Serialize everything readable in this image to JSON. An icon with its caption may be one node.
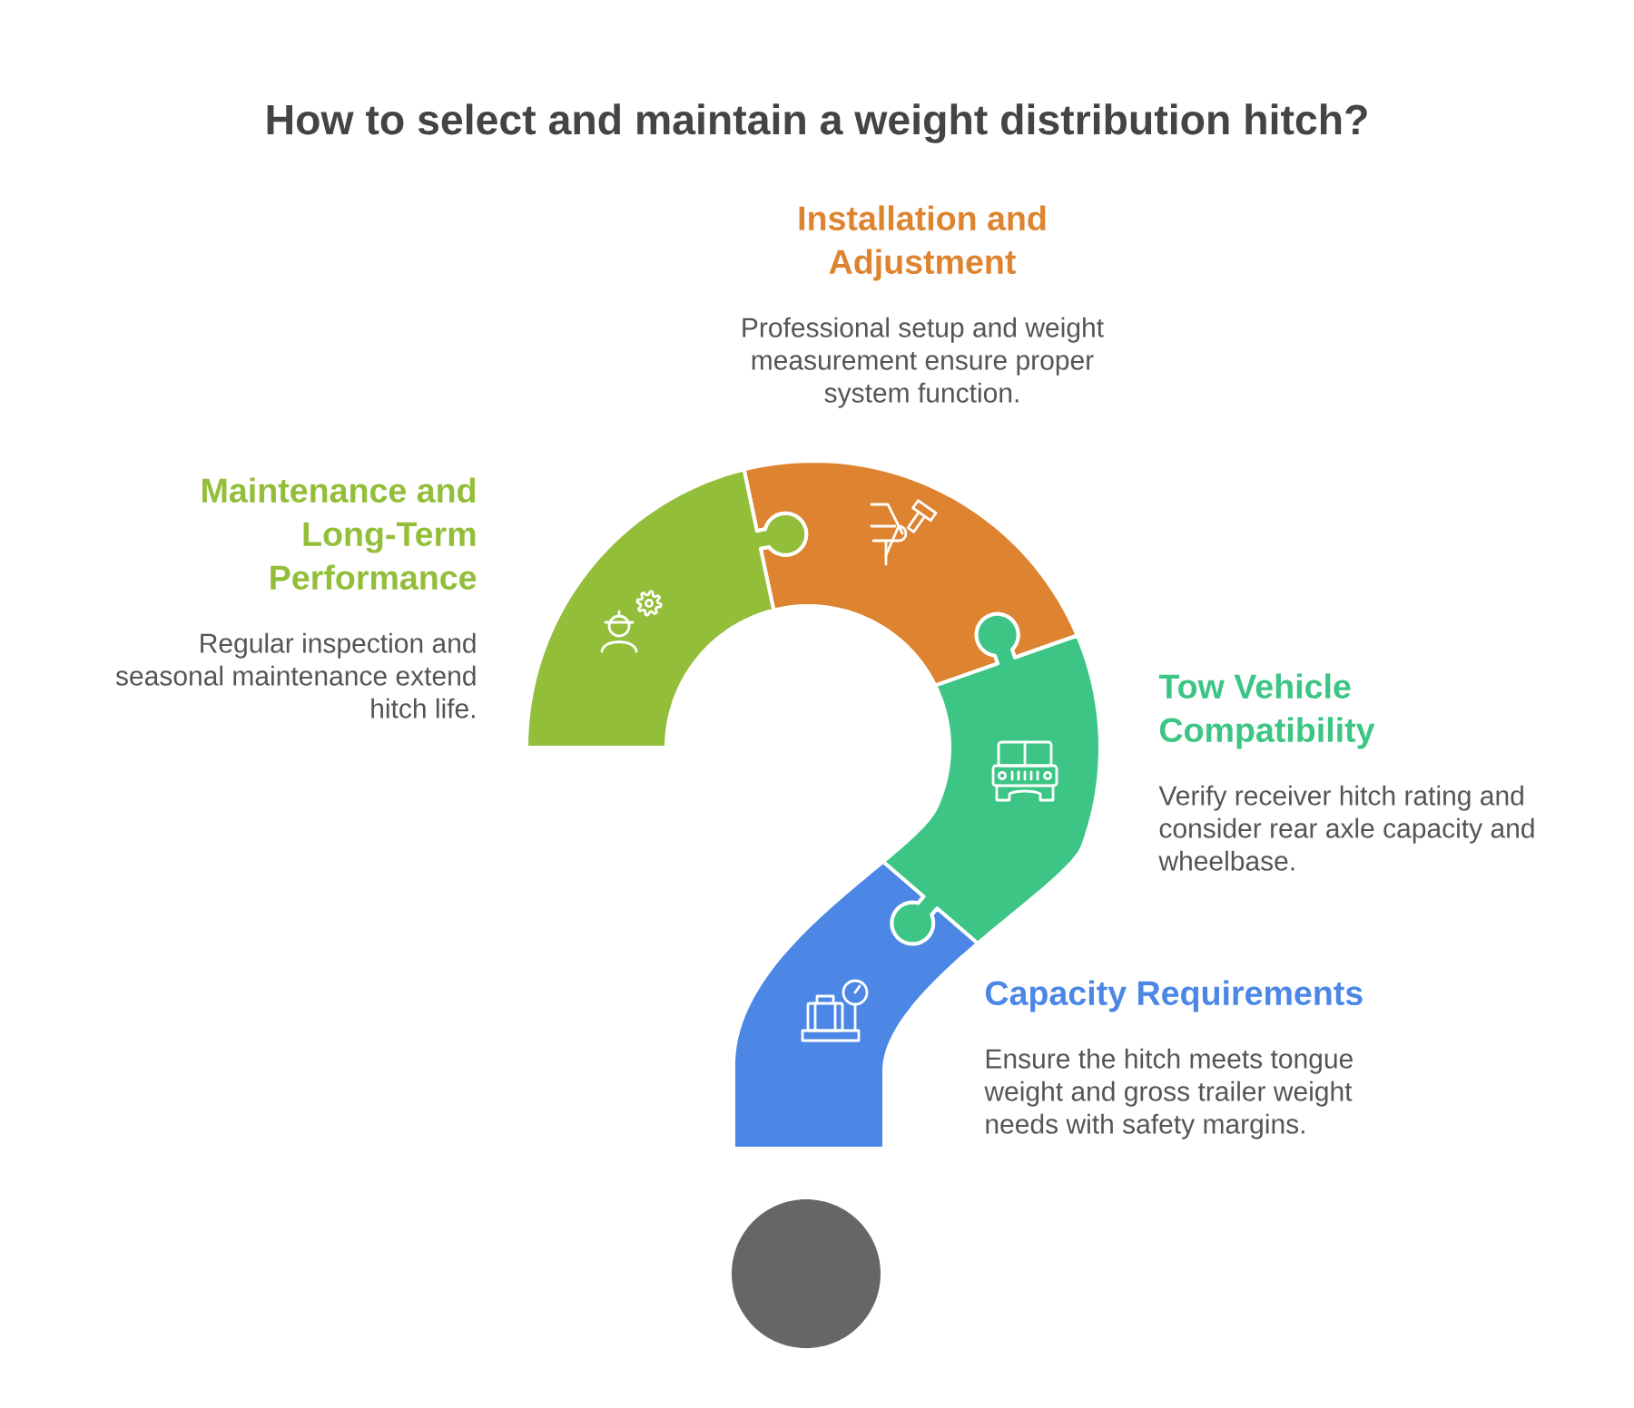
{
  "diagram": {
    "title": "How to select and maintain a weight distribution hitch?",
    "nodes": [
      {
        "text": [
          "Installation and Adjustment",
          "Professional setup and weight measurement ensure proper system function."
        ]
      },
      {
        "text": [
          "Maintenance and Long-Term Performance",
          "Regular inspection and seasonal maintenance extend hitch life."
        ]
      },
      {
        "text": [
          "Tow Vehicle Compatibility",
          "Verify receiver hitch rating and consider rear axle capacity and wheelbase."
        ]
      },
      {
        "text": [
          "Capacity Requirements",
          "Ensure the hitch meets tongue weight and gross trailer weight needs with safety margins."
        ]
      },
      {
        "text": [],
        "shape": "circle"
      }
    ]
  }
}
